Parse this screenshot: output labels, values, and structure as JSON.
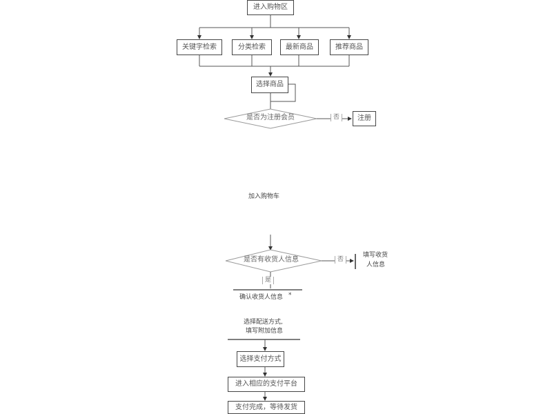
{
  "flowchart": {
    "enter_shopping_area": "进入购物区",
    "search_options": [
      "关键字检索",
      "分类检索",
      "最新商品",
      "推荐商品"
    ],
    "select_product": "选择商品",
    "is_registered_member": "是否为注册会员",
    "no_label_1": "否",
    "register": "注册",
    "add_to_cart": "加入购物车",
    "has_recipient_info": "是否有收货人信息",
    "no_label_2": "否",
    "fill_recipient_info_line1": "填写收货",
    "fill_recipient_info_line2": "人信息",
    "yes_label": "是",
    "confirm_recipient_info": "确认收货人信息",
    "confirm_mark": "*",
    "select_delivery_line1": "选择配送方式,",
    "select_delivery_line2": "填写附加信息",
    "select_payment_method": "选择支付方式",
    "enter_payment_platform": "进入相应的支付平台",
    "payment_complete": "支付完成，等待发货"
  }
}
